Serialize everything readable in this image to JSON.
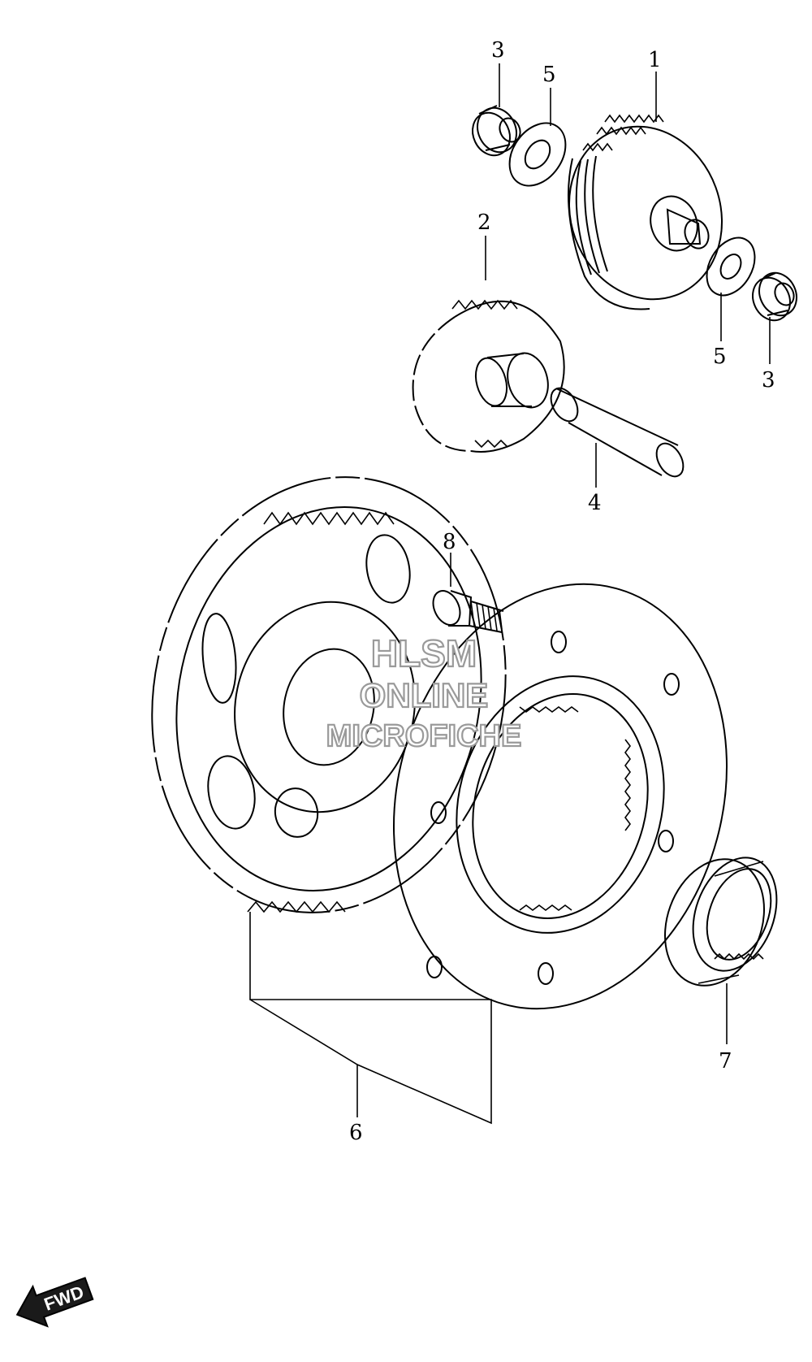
{
  "callouts": [
    {
      "id": "c1",
      "label": "1"
    },
    {
      "id": "c2",
      "label": "2"
    },
    {
      "id": "c3a",
      "label": "3"
    },
    {
      "id": "c3b",
      "label": "3"
    },
    {
      "id": "c4",
      "label": "4"
    },
    {
      "id": "c5a",
      "label": "5"
    },
    {
      "id": "c5b",
      "label": "5"
    },
    {
      "id": "c6",
      "label": "6"
    },
    {
      "id": "c7",
      "label": "7"
    },
    {
      "id": "c8",
      "label": "8"
    }
  ],
  "watermark": {
    "line1": "HLSM",
    "line2": "ONLINE",
    "line3": "MICROFICHE"
  },
  "fwd_label": "FWD",
  "colors": {
    "ink": "#000000",
    "watermark_outline": "#9a9a9a",
    "background": "#ffffff"
  }
}
